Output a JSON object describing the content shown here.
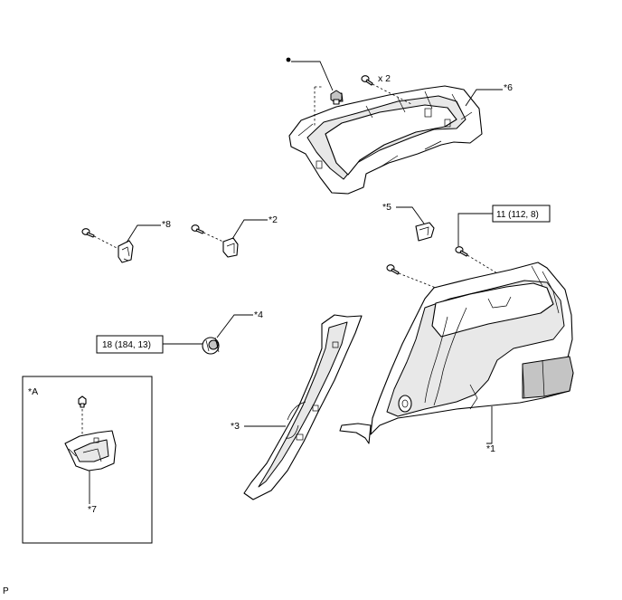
{
  "callouts": {
    "c1": "*1",
    "c2": "*2",
    "c3": "*3",
    "c4": "*4",
    "c5": "*5",
    "c6": "*6",
    "c7": "*7",
    "c8": "*8",
    "cA": "*A"
  },
  "quantity_label": "x 2",
  "torque": {
    "t1": "11 (112, 8)",
    "t2": "18 (184, 13)"
  },
  "footer_code": "P"
}
